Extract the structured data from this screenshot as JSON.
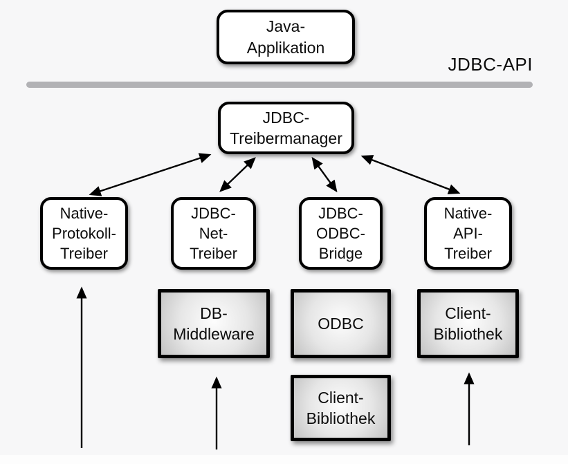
{
  "diagram": {
    "title_layer_label": "JDBC-API",
    "nodes": {
      "java_application": {
        "label": "Java-\nApplikation"
      },
      "jdbc_treibermanager": {
        "label": "JDBC-\nTreibermanager"
      },
      "native_protokoll_treiber": {
        "label": "Native-\nProtokoll-\nTreiber"
      },
      "jdbc_net_treiber": {
        "label": "JDBC-\nNet-\nTreiber"
      },
      "jdbc_odbc_bridge": {
        "label": "JDBC-\nODBC-\nBridge"
      },
      "native_api_treiber": {
        "label": "Native-\nAPI-\nTreiber"
      },
      "db_middleware": {
        "label": "DB-\nMiddleware"
      },
      "odbc": {
        "label": "ODBC"
      },
      "client_bibliothek_unter_odbc": {
        "label": "Client-\nBibliothek"
      },
      "client_bibliothek_rechts": {
        "label": "Client-\nBibliothek"
      }
    },
    "edges": [
      {
        "from": "jdbc_treibermanager",
        "to": "native_protokoll_treiber",
        "style": "double-arrow"
      },
      {
        "from": "jdbc_treibermanager",
        "to": "jdbc_net_treiber",
        "style": "double-arrow"
      },
      {
        "from": "jdbc_treibermanager",
        "to": "jdbc_odbc_bridge",
        "style": "double-arrow"
      },
      {
        "from": "jdbc_treibermanager",
        "to": "native_api_treiber",
        "style": "double-arrow"
      },
      {
        "from": "bottom",
        "to": "native_protokoll_treiber",
        "style": "up-arrow"
      },
      {
        "from": "bottom",
        "to": "db_middleware",
        "style": "up-arrow"
      },
      {
        "from": "bottom",
        "to": "client_bibliothek_rechts",
        "style": "up-arrow"
      }
    ],
    "colors": {
      "background": "#f7f7f8",
      "box_fill": "#ffffff",
      "gray_box_edge": "#c3c3c3",
      "border": "#000000",
      "divider_line": "#b2b2b5",
      "text": "#0c0c0c"
    }
  }
}
